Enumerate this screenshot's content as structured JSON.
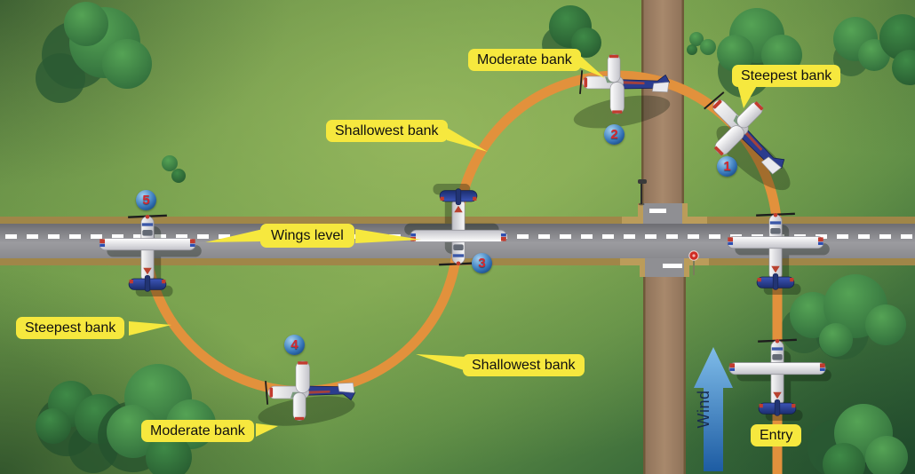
{
  "callouts": {
    "moderate_bank_top": "Moderate bank",
    "steepest_bank_top": "Steepest bank",
    "shallowest_bank_top": "Shallowest bank",
    "wings_level": "Wings level",
    "steepest_bank_left": "Steepest bank",
    "shallowest_bank_bottom": "Shallowest bank",
    "moderate_bank_bottom": "Moderate bank",
    "entry": "Entry",
    "wind": "Wind"
  },
  "markers": [
    "1",
    "2",
    "3",
    "4",
    "5"
  ],
  "colors": {
    "callout_yellow": "#f6e83e",
    "flight_path_orange": "#e2913c",
    "wind_arrow_top": "#7fbce9",
    "wind_arrow_bottom": "#1d5ca3",
    "marker_sphere_blue": "#2f6cb0",
    "marker_number_red": "#d6282e",
    "paved_road_gray": "#8f8f93",
    "dirt_road_brown": "#a8896c",
    "field_green": "#74a04c",
    "airplane_tail_navy": "#2b3c8e"
  }
}
